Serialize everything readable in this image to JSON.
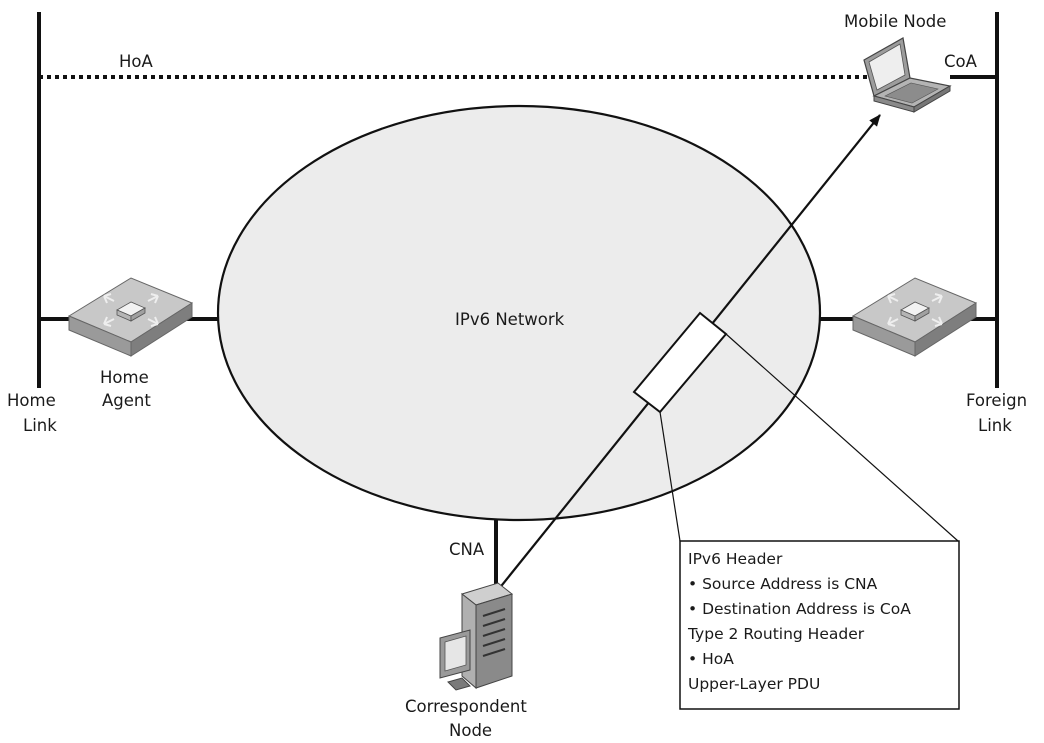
{
  "labels": {
    "mobile_node": "Mobile Node",
    "hoa": "HoA",
    "coa": "CoA",
    "network": "IPv6 Network",
    "home_agent_line1": "Home",
    "home_agent_line2": "Agent",
    "home_link_line1": "Home",
    "home_link_line2": "Link",
    "foreign_link_line1": "Foreign",
    "foreign_link_line2": "Link",
    "cna": "CNA",
    "correspondent_line1": "Correspondent",
    "correspondent_line2": "Node"
  },
  "packet_box": {
    "lines": [
      "IPv6 Header",
      "• Source Address is CNA",
      "• Destination Address is CoA",
      "Type 2 Routing Header",
      "• HoA",
      "Upper-Layer PDU"
    ]
  },
  "colors": {
    "line": "#111111",
    "network_fill": "#ececec",
    "router_top": "#c8c8c8",
    "router_side": "#8a8a8a"
  },
  "icons": {
    "home_router": "router-icon",
    "foreign_router": "router-icon",
    "mobile_node": "laptop-icon",
    "correspondent_node": "server-workstation-icon"
  }
}
